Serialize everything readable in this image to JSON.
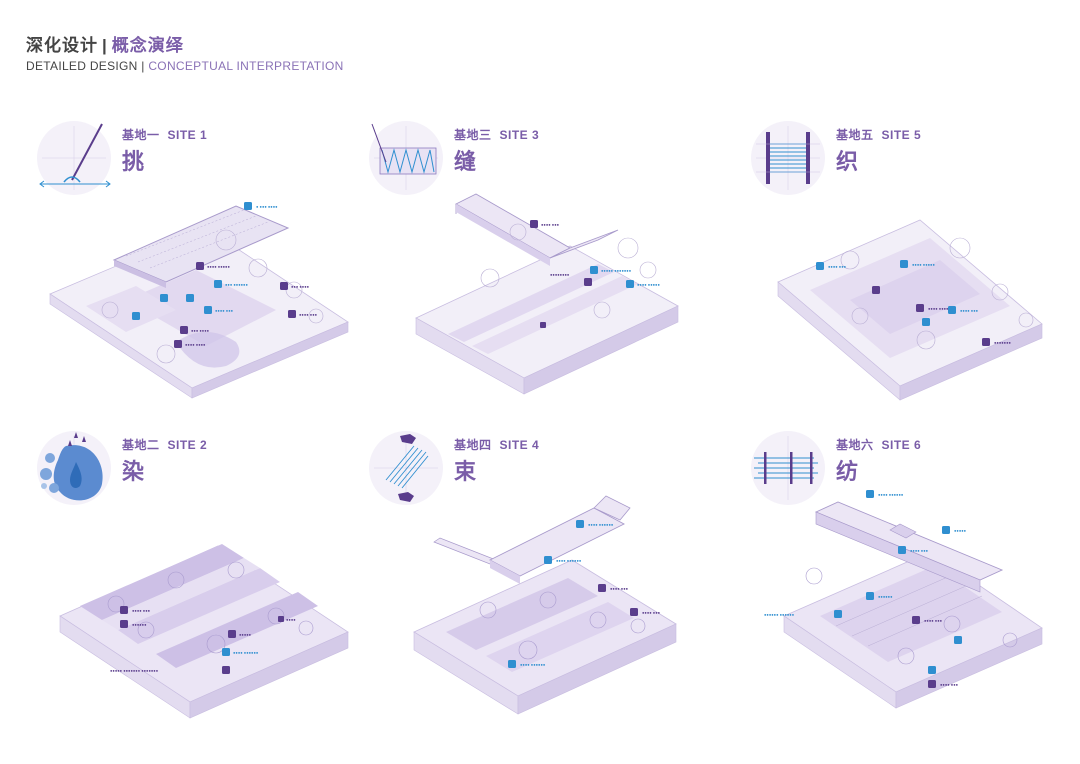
{
  "header": {
    "title_cn_a": "深化设计",
    "title_sep": "|",
    "title_cn_b": "概念演绎",
    "title_en_a": "DETAILED DESIGN",
    "title_en_sep": "|",
    "title_en_b": "CONCEPTUAL INTERPRETATION"
  },
  "sites": [
    {
      "cn": "基地一",
      "en": "SITE 1",
      "char": "挑"
    },
    {
      "cn": "基地三",
      "en": "SITE 3",
      "char": "缝"
    },
    {
      "cn": "基地五",
      "en": "SITE 5",
      "char": "织"
    },
    {
      "cn": "基地二",
      "en": "SITE 2",
      "char": "染"
    },
    {
      "cn": "基地四",
      "en": "SITE 4",
      "char": "束"
    },
    {
      "cn": "基地六",
      "en": "SITE 6",
      "char": "纺"
    }
  ],
  "colors": {
    "accent": "#7a5da8",
    "light_purple": "#d9d0ec",
    "mid_purple": "#b7a8d8",
    "icon_blue": "#2f8fd0",
    "icon_purple": "#5a3d8c"
  }
}
